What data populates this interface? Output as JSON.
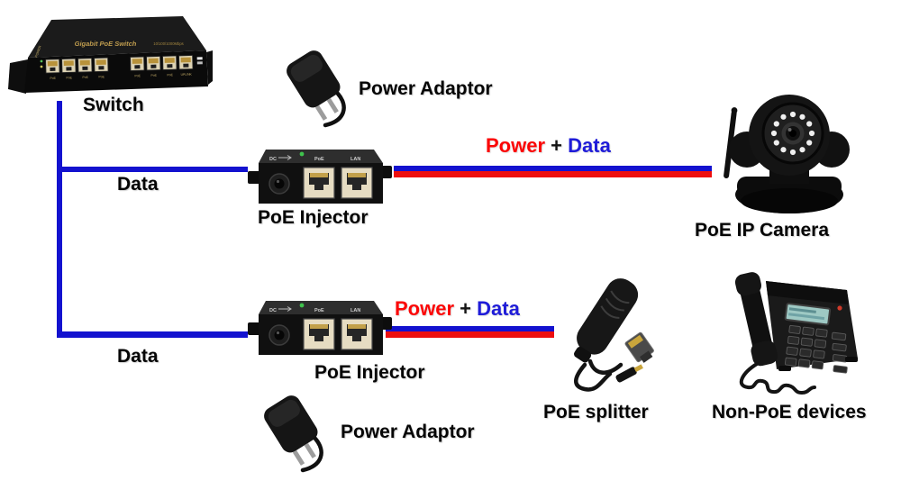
{
  "colors": {
    "background": "#ffffff",
    "data_line": "#1312cf",
    "power_line": "#ee0e0e",
    "power_text": "#fb0606",
    "data_text": "#1f1cd8",
    "plus_text": "#151515",
    "label_text": "#050505"
  },
  "labels": {
    "switch": "Switch",
    "data_top": "Data",
    "data_bottom": "Data",
    "power_adaptor_top": "Power Adaptor",
    "power_adaptor_bottom": "Power Adaptor",
    "poe_injector_top": "PoE Injector",
    "poe_injector_bottom": "PoE Injector",
    "poe_ip_camera": "PoE IP Camera",
    "poe_splitter": "PoE splitter",
    "non_poe_devices": "Non-PoE devices"
  },
  "power_data_top": {
    "power": "Power",
    "plus": "+",
    "data": "Data"
  },
  "power_data_bottom": {
    "power": "Power",
    "plus": "+",
    "data": "Data"
  },
  "switch_device": {
    "title": "Gigabit PoE Switch",
    "subtitle": "10/100/1000Mbps",
    "power": "POWER",
    "ports": [
      "PoE",
      "PoE",
      "PoE",
      "PoE",
      "PoE",
      "PoE",
      "PoE",
      "UPLINK"
    ]
  },
  "injector_device": {
    "dc": "DC",
    "poe": "PoE",
    "lan": "LAN"
  }
}
